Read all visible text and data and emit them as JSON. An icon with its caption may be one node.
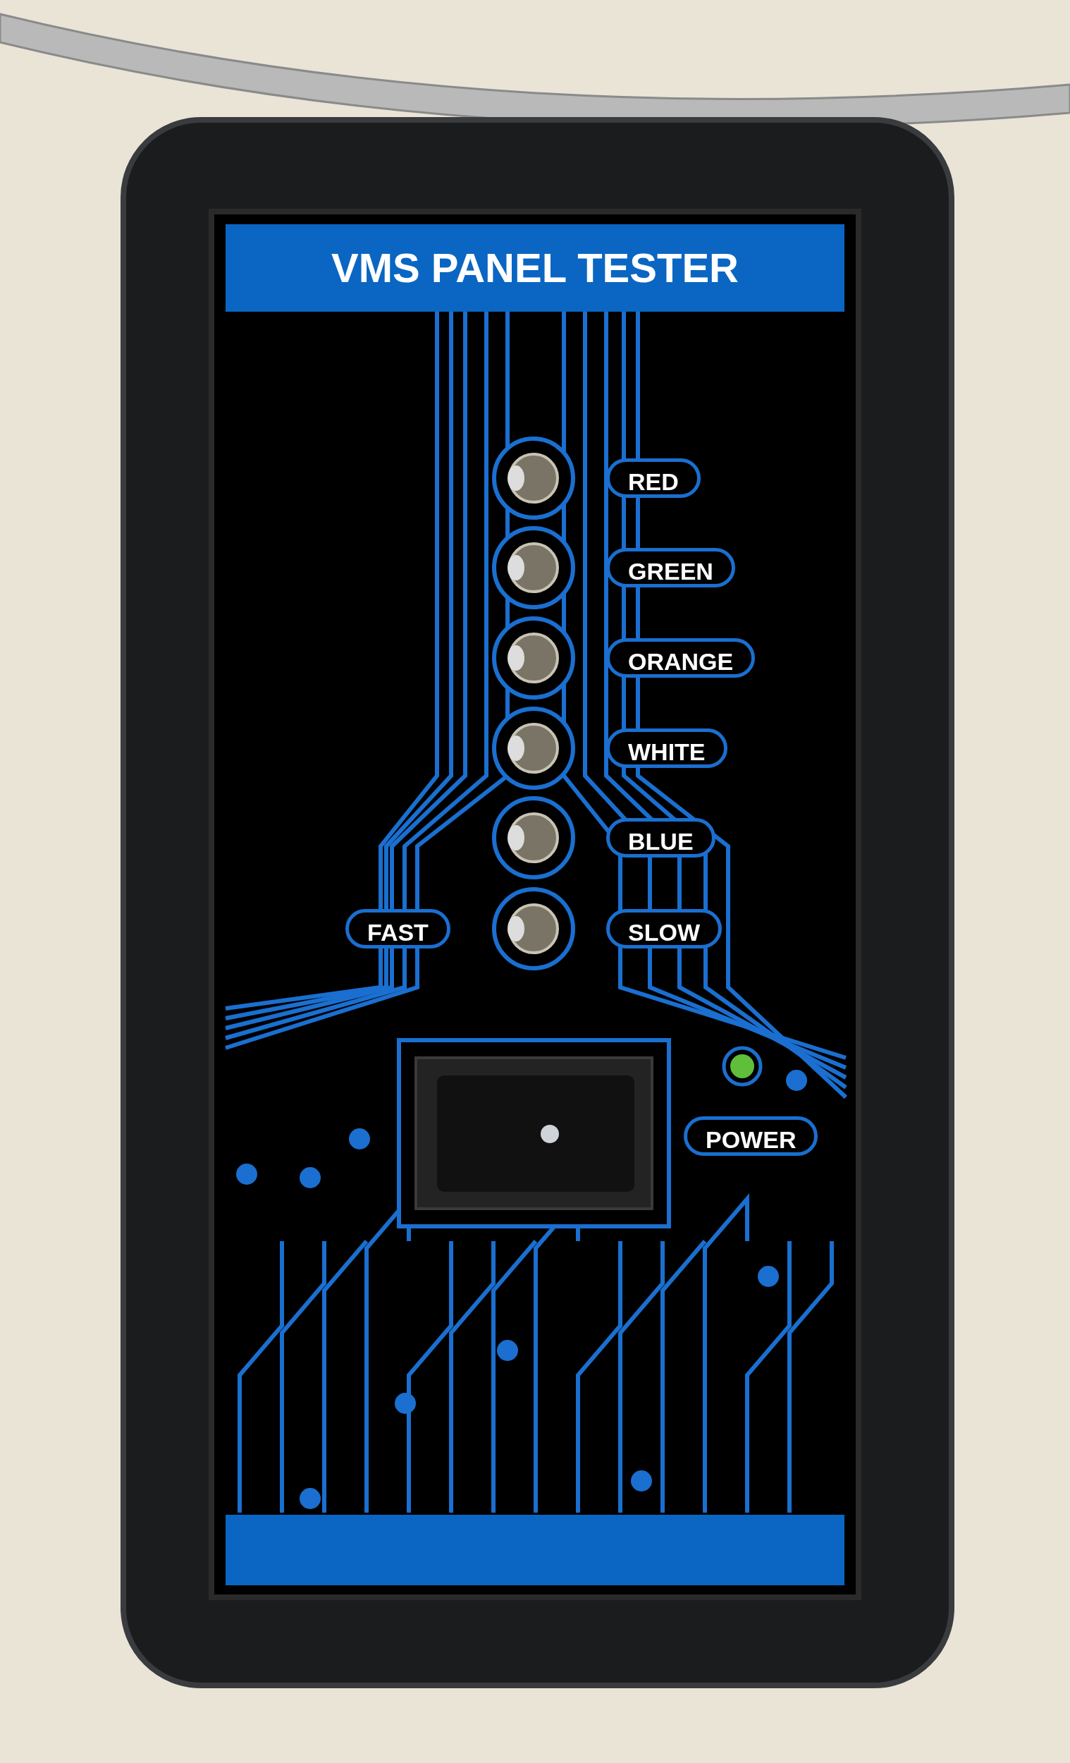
{
  "diagram": {
    "title": "VMS PANEL TESTER",
    "nodes": [
      {
        "text": [
          "RED"
        ]
      },
      {
        "text": [
          "GREEN"
        ]
      },
      {
        "text": [
          "ORANGE"
        ]
      },
      {
        "text": [
          "WHITE"
        ]
      },
      {
        "text": [
          "BLUE"
        ]
      },
      {
        "text": [
          "FAST"
        ]
      },
      {
        "text": [
          "SLOW"
        ]
      },
      {
        "text": [
          "POWER"
        ]
      }
    ]
  }
}
